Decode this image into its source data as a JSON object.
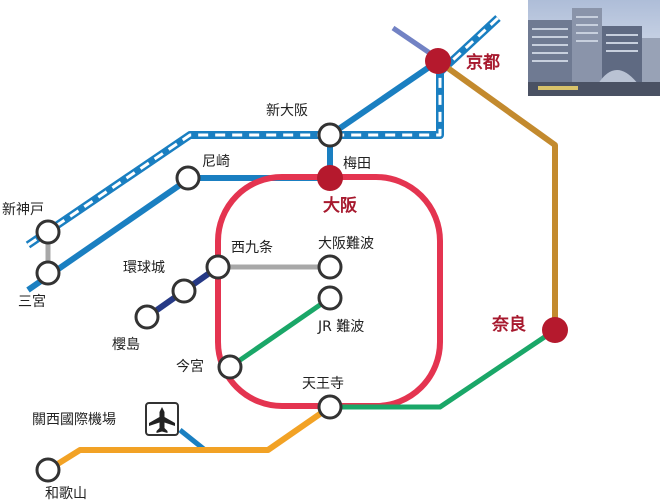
{
  "colors": {
    "jr_blue": "#1a7fc1",
    "loop_red": "#e43450",
    "nara_brown": "#c38a2e",
    "yumesaki_navy": "#263985",
    "gray_link": "#a8a8a8",
    "green_line": "#1aa768",
    "orange_line": "#f2a225",
    "hub_red": "#b5192d",
    "station_fill": "#ffffff",
    "station_stroke": "#333333",
    "photo_sky": "#c9d4e6",
    "photo_building": "#7f8aa0"
  },
  "stations": {
    "kyoto": "京都",
    "shin_osaka": "新大阪",
    "umeda": "梅田",
    "osaka": "大阪",
    "amagasaki": "尼崎",
    "shin_kobe": "新神戸",
    "sannomiya": "三宮",
    "nishikujo": "西九条",
    "osaka_namba": "大阪難波",
    "jr_namba": "JR 難波",
    "universal_city": "環球城",
    "sakurajima": "櫻島",
    "imamiya": "今宮",
    "tennoji": "天王寺",
    "nara": "奈良",
    "kansai_airport": "關西國際機場",
    "wakayama": "和歌山"
  },
  "icons": {
    "airport": "airplane-icon",
    "photo": "kyoto-station-photo"
  }
}
